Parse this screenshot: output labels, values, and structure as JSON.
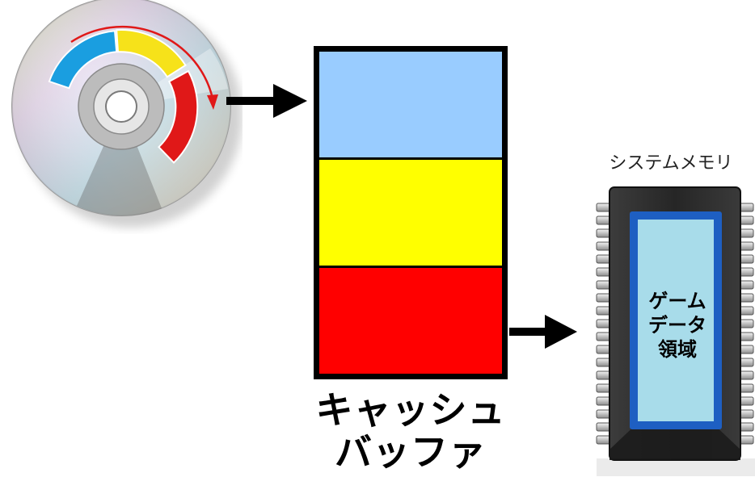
{
  "buffer": {
    "label_line1": "キャッシュ",
    "label_line2": "バッファ",
    "segments": [
      {
        "name": "buffer-segment-blue",
        "color": "#99ccff"
      },
      {
        "name": "buffer-segment-yellow",
        "color": "#ffff00"
      },
      {
        "name": "buffer-segment-red",
        "color": "#ff0000"
      }
    ]
  },
  "memory": {
    "title": "システムメモリ",
    "region_line1": "ゲーム",
    "region_line2": "データ",
    "region_line3": "領域"
  },
  "colors": {
    "disc_blue": "#1a9ee0",
    "disc_yellow": "#f6e21a",
    "disc_red": "#e01818",
    "chip_body": "#2d2d2d",
    "chip_frame": "#1e5fc2",
    "chip_panel": "#a8dcea"
  },
  "icons": {
    "disc": "optical-disc-icon",
    "arrow": "right-arrow-icon",
    "chip": "memory-chip-icon"
  }
}
